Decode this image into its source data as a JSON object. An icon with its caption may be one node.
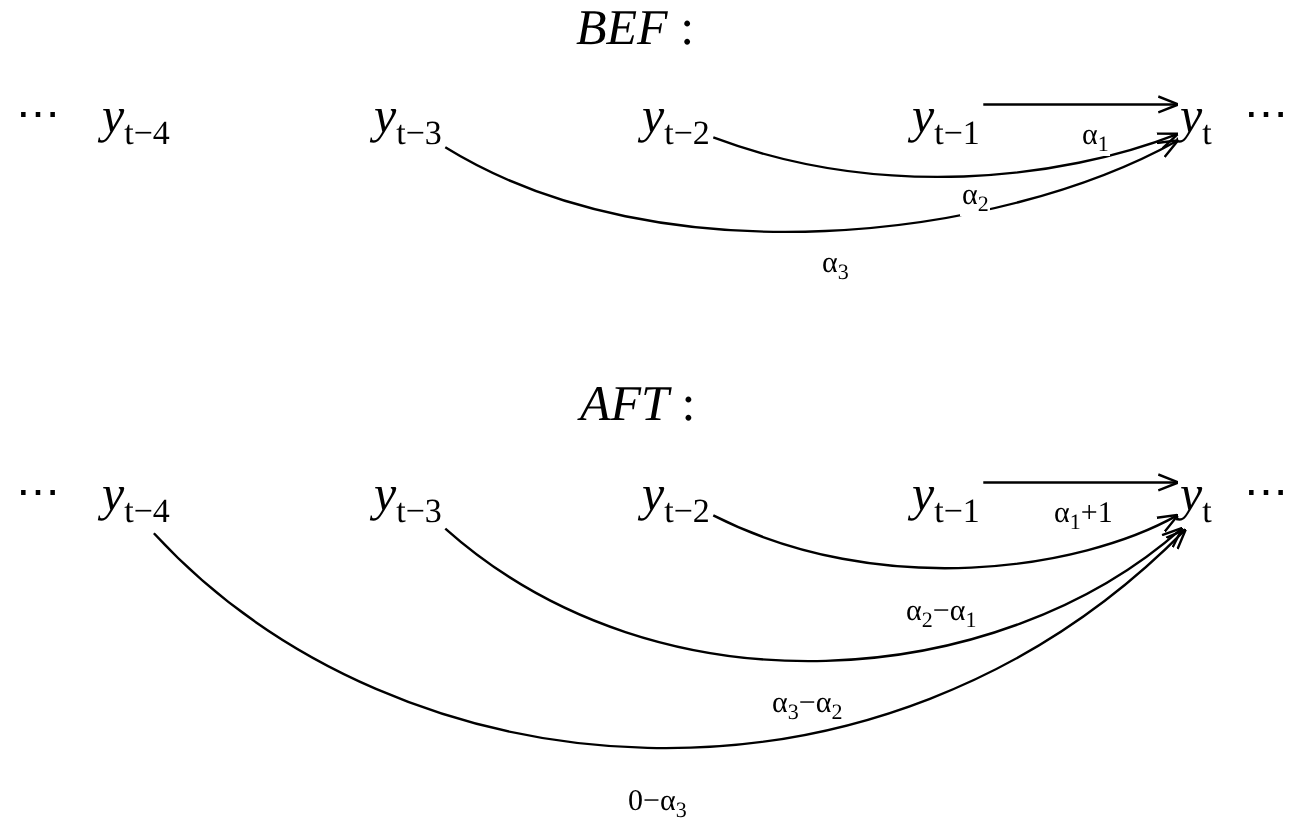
{
  "diagram": {
    "nodes": [
      {
        "text": [
          "*y*$_{t−4}$"
        ]
      },
      {
        "text": [
          "*y*$_{t−3}$"
        ]
      },
      {
        "text": [
          "*y*$_{t−2}$"
        ]
      },
      {
        "text": [
          "*y*$_{t−1}$"
        ]
      },
      {
        "text": [
          "*y*$_{t}$"
        ]
      },
      {
        "text": [
          "*y*$_{t−4}$"
        ]
      },
      {
        "text": [
          "*y*$_{t−3}$"
        ]
      },
      {
        "text": [
          "*y*$_{t−2}$"
        ]
      },
      {
        "text": [
          "*y*$_{t−1}$"
        ]
      },
      {
        "text": [
          "*y*$_{t}$"
        ]
      }
    ],
    "edges": [
      {
        "from": 3,
        "to": 4,
        "arrow": "to",
        "label": "α$_{1}$"
      },
      {
        "from": 2,
        "to": 4,
        "arrow": "to",
        "label": "α$_{2}$"
      },
      {
        "from": 1,
        "to": 4,
        "arrow": "to",
        "label": "α$_{3}$"
      },
      {
        "from": 8,
        "to": 9,
        "arrow": "to",
        "label": "α$_{1}$+1"
      },
      {
        "from": 7,
        "to": 9,
        "arrow": "to",
        "label": "α$_{2}$−α$_{1}$"
      },
      {
        "from": 6,
        "to": 9,
        "arrow": "to",
        "label": "α$_{3}$−α$_{2}$"
      },
      {
        "from": 5,
        "to": 9,
        "arrow": "to",
        "label": "0−α$_{3}$"
      }
    ],
    "labels": [
      "*BEF* :",
      "⋯",
      "⋯",
      "*AFT* :",
      "⋯",
      "⋯"
    ]
  }
}
